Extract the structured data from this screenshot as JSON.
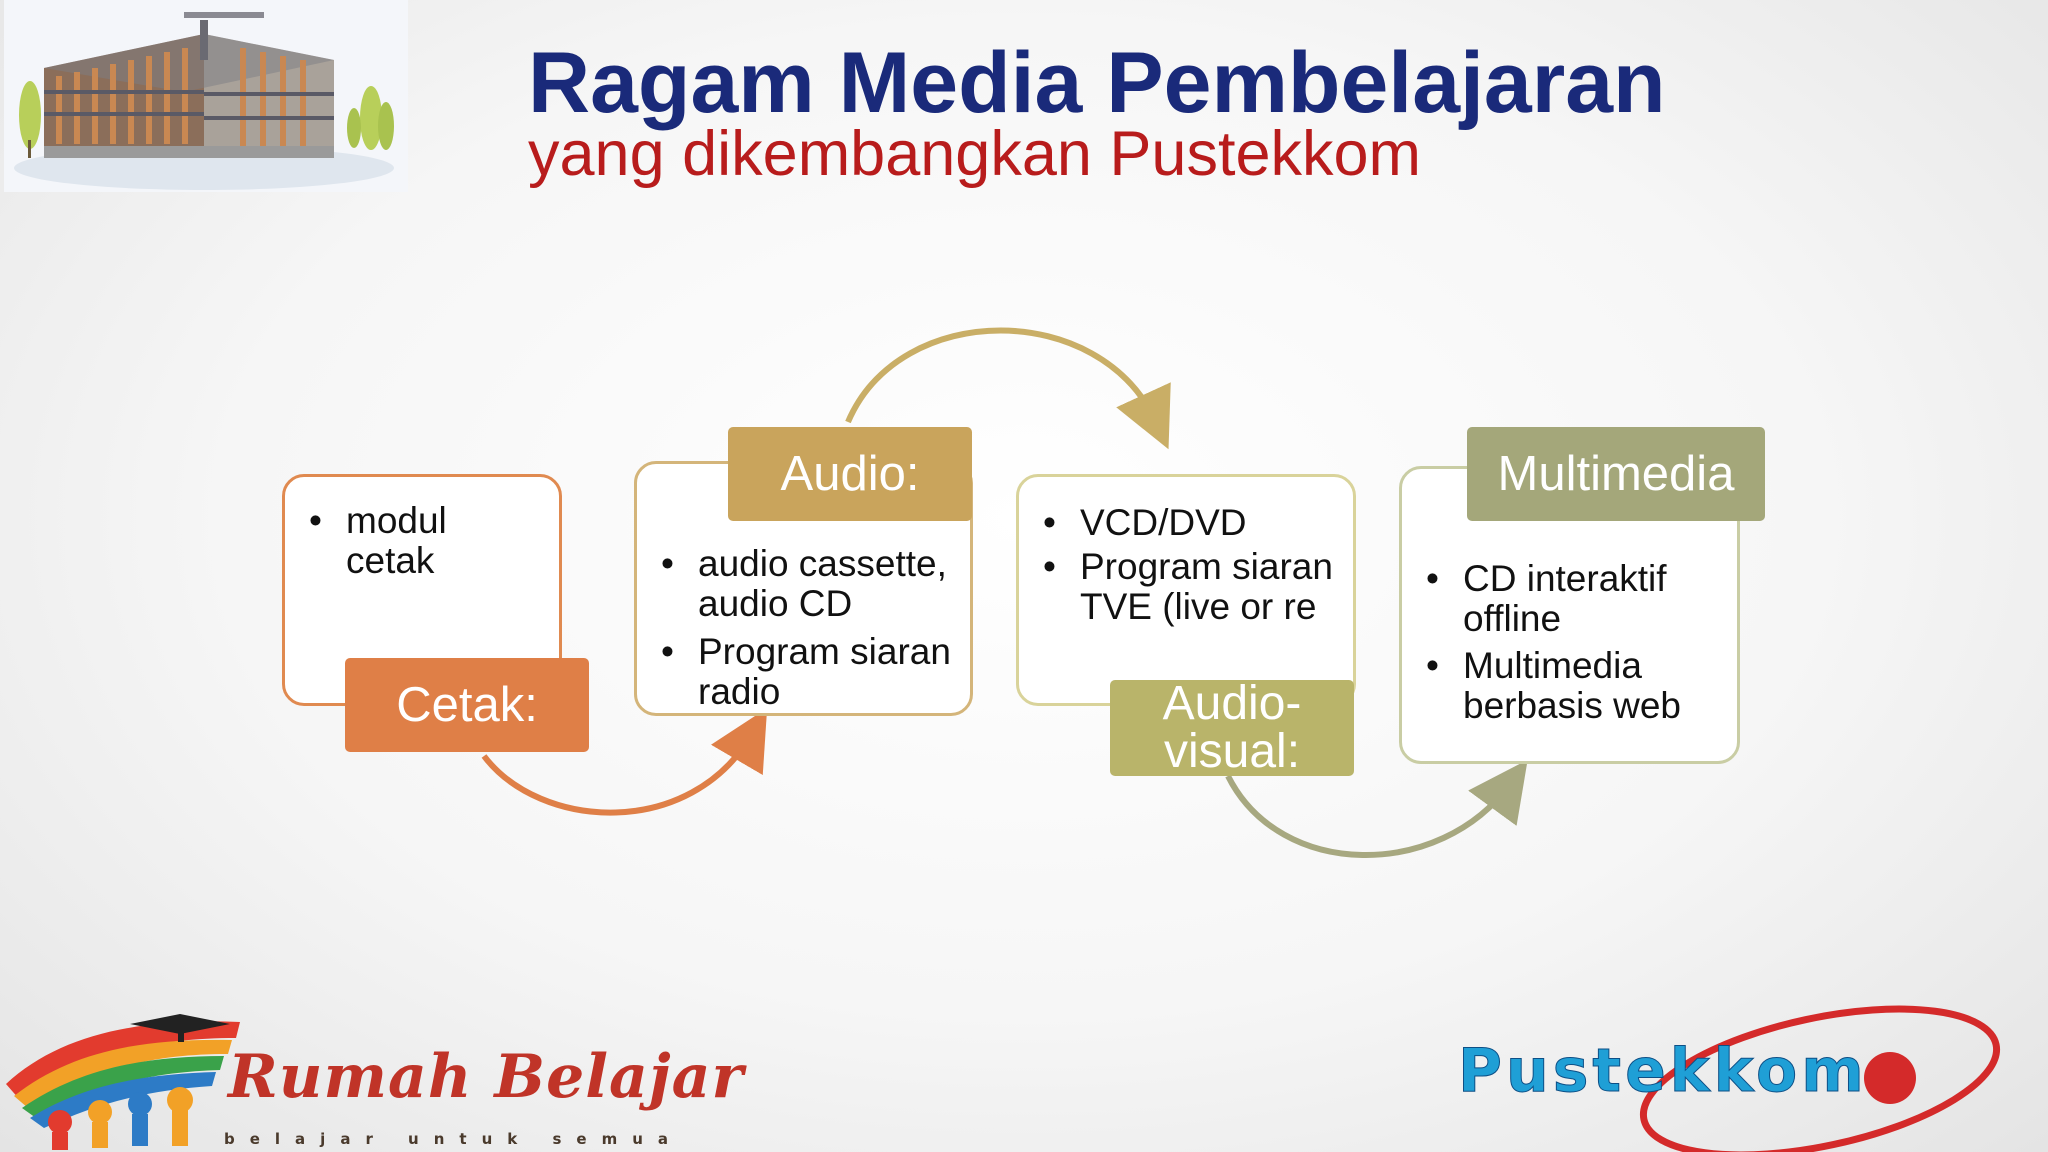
{
  "header": {
    "title": "Ragam Media Pembelajaran",
    "subtitle": "yang dikembangkan Pustekkom"
  },
  "diagram": {
    "steps": [
      {
        "label": "Cetak:",
        "items": [
          "modul cetak"
        ],
        "color": "#df7f47"
      },
      {
        "label": "Audio:",
        "items": [
          "audio cassette, audio CD",
          "Program siaran radio"
        ],
        "color": "#c9a45c"
      },
      {
        "label": "Audio-visual:",
        "items": [
          "VCD/DVD",
          "Program siaran TVE (live or re"
        ],
        "color": "#b9b46a"
      },
      {
        "label": "Multimedia",
        "items": [
          "CD interaktif offline",
          "Multimedia berbasis web"
        ],
        "color": "#a4a77a"
      }
    ]
  },
  "logos": {
    "rumah_belajar": {
      "name": "Rumah Belajar",
      "tagline": "belajar untuk semua"
    },
    "pustekkom": {
      "name": "Pustekkom"
    }
  }
}
